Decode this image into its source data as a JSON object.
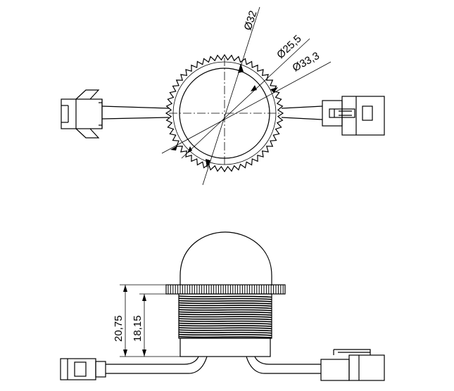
{
  "top_view": {
    "dimensions": {
      "outer": "Ø32",
      "inner": "Ø25,5",
      "flange": "Ø33,3"
    }
  },
  "side_view": {
    "dimensions": {
      "overall_height": "20,75",
      "thread_height": "18,15"
    }
  }
}
